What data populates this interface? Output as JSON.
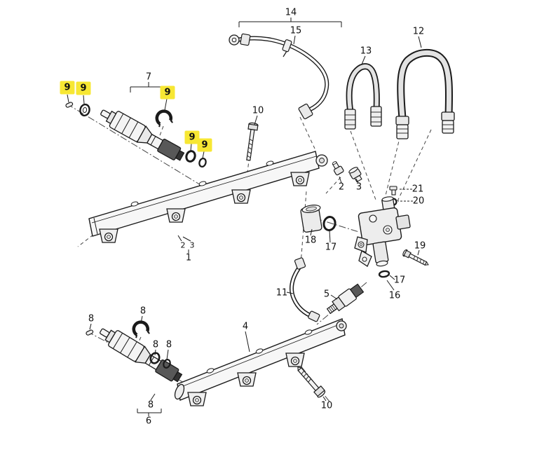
{
  "meta": {
    "title": "Exploded parts diagram - fuel rails, injectors, pressure regulator and fuel hoses",
    "background_color": "#ffffff",
    "line_color": "#1a1a1a",
    "highlight_color": "#f7e733"
  },
  "callouts": [
    {
      "ref": "14",
      "highlighted": false
    },
    {
      "ref": "15",
      "highlighted": false
    },
    {
      "ref": "12",
      "highlighted": false
    },
    {
      "ref": "13",
      "highlighted": false
    },
    {
      "ref": "7",
      "highlighted": false
    },
    {
      "ref": "9",
      "highlighted": true
    },
    {
      "ref": "9",
      "highlighted": true
    },
    {
      "ref": "9",
      "highlighted": true
    },
    {
      "ref": "10",
      "highlighted": false
    },
    {
      "ref": "9",
      "highlighted": true
    },
    {
      "ref": "9",
      "highlighted": true
    },
    {
      "ref": "2",
      "highlighted": false
    },
    {
      "ref": "3",
      "highlighted": false
    },
    {
      "ref": "21",
      "highlighted": false
    },
    {
      "ref": "20",
      "highlighted": false
    },
    {
      "ref": "18",
      "highlighted": false
    },
    {
      "ref": "17",
      "highlighted": false
    },
    {
      "ref": "2",
      "highlighted": false
    },
    {
      "ref": "3",
      "highlighted": false
    },
    {
      "ref": "1",
      "highlighted": false
    },
    {
      "ref": "19",
      "highlighted": false
    },
    {
      "ref": "17",
      "highlighted": false
    },
    {
      "ref": "16",
      "highlighted": false
    },
    {
      "ref": "11",
      "highlighted": false
    },
    {
      "ref": "5",
      "highlighted": false
    },
    {
      "ref": "8",
      "highlighted": false
    },
    {
      "ref": "8",
      "highlighted": false
    },
    {
      "ref": "4",
      "highlighted": false
    },
    {
      "ref": "8",
      "highlighted": false
    },
    {
      "ref": "8",
      "highlighted": false
    },
    {
      "ref": "8",
      "highlighted": false
    },
    {
      "ref": "10",
      "highlighted": false
    },
    {
      "ref": "6",
      "highlighted": false
    }
  ]
}
